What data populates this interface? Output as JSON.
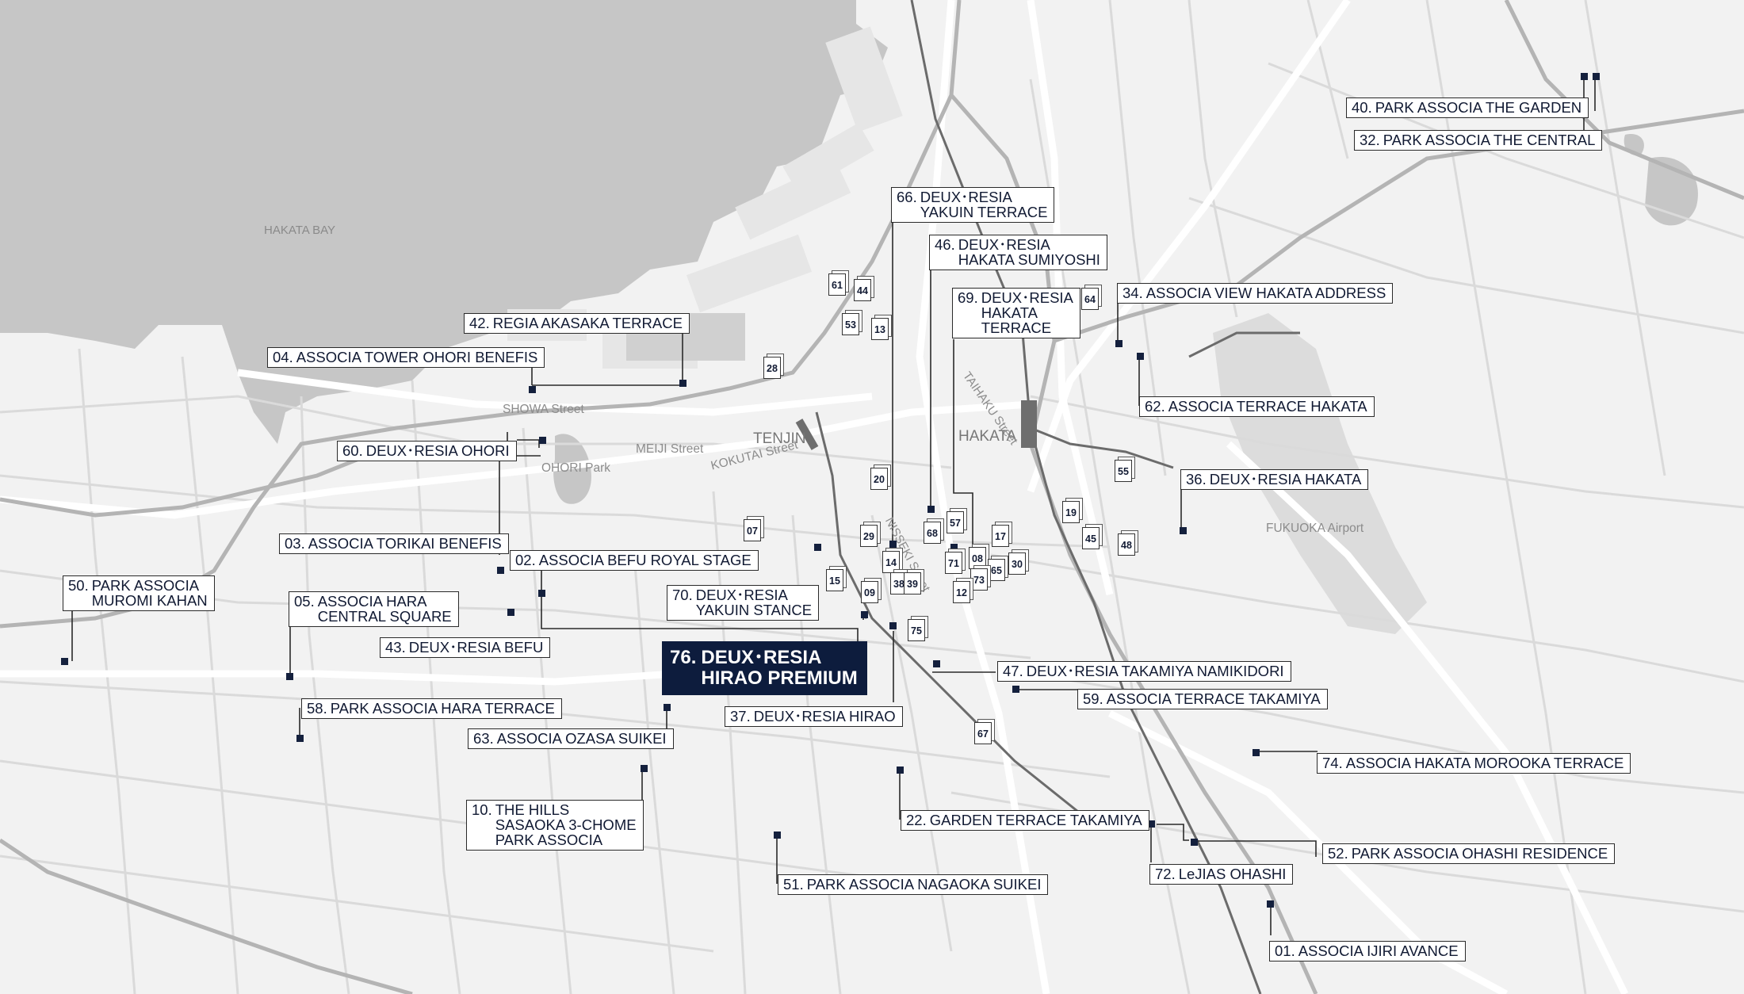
{
  "map": {
    "colors": {
      "land": "#f2f2f2",
      "water": "#c6c6c6",
      "road": "#ffffff",
      "road_minor": "#d9d9d9",
      "rail": "#6b6b6b",
      "airport": "#dedede",
      "label_bg": "#ffffff",
      "label_text": "#111a33",
      "highlight_bg": "#0d1c3d",
      "highlight_text": "#ffffff",
      "marker": "#14203d"
    },
    "place_names": {
      "hakata_bay": "HAKATA BAY",
      "showa_street": "SHOWA Street",
      "meiji_street": "MEIJI Street",
      "kokutai_street": "KOKUTAI Street",
      "ohori_park": "OHORI Park",
      "tenjin": "TENJIN",
      "hakata": "HAKATA",
      "taihaku_street": "TAIHAKU Street",
      "nisseki_street": "NISSEKI Street",
      "fukuoka_airport": "FUKUOKA Airport"
    },
    "highlight": {
      "num": "76.",
      "text": "DEUX･RESIA\nHIRAO PREMIUM"
    },
    "labels": [
      {
        "id": "40",
        "num": "40.",
        "text": "PARK ASSOCIA THE GARDEN"
      },
      {
        "id": "32",
        "num": "32.",
        "text": "PARK ASSOCIA THE CENTRAL"
      },
      {
        "id": "66",
        "num": "66.",
        "text": "DEUX･RESIA\nYAKUIN TERRACE"
      },
      {
        "id": "46",
        "num": "46.",
        "text": "DEUX･RESIA\nHAKATA SUMIYOSHI"
      },
      {
        "id": "69",
        "num": "69.",
        "text": "DEUX･RESIA\nHAKATA\nTERRACE"
      },
      {
        "id": "34",
        "num": "34.",
        "text": "ASSOCIA VIEW HAKATA ADDRESS"
      },
      {
        "id": "42",
        "num": "42.",
        "text": "REGIA AKASAKA TERRACE"
      },
      {
        "id": "04",
        "num": "04.",
        "text": "ASSOCIA TOWER OHORI BENEFIS"
      },
      {
        "id": "62",
        "num": "62.",
        "text": "ASSOCIA TERRACE HAKATA"
      },
      {
        "id": "60",
        "num": "60.",
        "text": "DEUX･RESIA OHORI"
      },
      {
        "id": "36",
        "num": "36.",
        "text": "DEUX･RESIA HAKATA"
      },
      {
        "id": "03",
        "num": "03.",
        "text": "ASSOCIA TORIKAI BENEFIS"
      },
      {
        "id": "02",
        "num": "02.",
        "text": "ASSOCIA BEFU ROYAL STAGE"
      },
      {
        "id": "50",
        "num": "50.",
        "text": "PARK ASSOCIA\nMUROMI KAHAN"
      },
      {
        "id": "05",
        "num": "05.",
        "text": "ASSOCIA HARA\nCENTRAL SQUARE"
      },
      {
        "id": "70",
        "num": "70.",
        "text": "DEUX･RESIA\nYAKUIN STANCE"
      },
      {
        "id": "43",
        "num": "43.",
        "text": "DEUX･RESIA BEFU"
      },
      {
        "id": "47",
        "num": "47.",
        "text": "DEUX･RESIA TAKAMIYA NAMIKIDORI"
      },
      {
        "id": "59",
        "num": "59.",
        "text": "ASSOCIA TERRACE TAKAMIYA"
      },
      {
        "id": "58",
        "num": "58.",
        "text": "PARK ASSOCIA HARA TERRACE"
      },
      {
        "id": "37",
        "num": "37.",
        "text": "DEUX･RESIA HIRAO"
      },
      {
        "id": "63",
        "num": "63.",
        "text": "ASSOCIA OZASA SUIKEI"
      },
      {
        "id": "74",
        "num": "74.",
        "text": "ASSOCIA HAKATA MOROOKA TERRACE"
      },
      {
        "id": "10",
        "num": "10.",
        "text": "THE HILLS\nSASAOKA 3-CHOME\nPARK ASSOCIA"
      },
      {
        "id": "22",
        "num": "22.",
        "text": "GARDEN TERRACE TAKAMIYA"
      },
      {
        "id": "52",
        "num": "52.",
        "text": "PARK ASSOCIA OHASHI RESIDENCE"
      },
      {
        "id": "72",
        "num": "72.",
        "text": "LeJIAS OHASHI"
      },
      {
        "id": "51",
        "num": "51.",
        "text": "PARK ASSOCIA NAGAOKA SUIKEI"
      },
      {
        "id": "01",
        "num": "01.",
        "text": "ASSOCIA IJIRI AVANCE"
      }
    ],
    "buildings": [
      "61",
      "44",
      "53",
      "13",
      "64",
      "28",
      "20",
      "07",
      "29",
      "14",
      "15",
      "09",
      "38",
      "39",
      "68",
      "57",
      "71",
      "08",
      "17",
      "65",
      "30",
      "73",
      "12",
      "75",
      "19",
      "45",
      "48",
      "55",
      "67"
    ]
  }
}
